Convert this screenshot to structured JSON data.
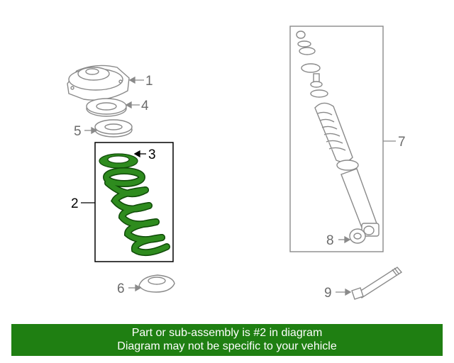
{
  "callouts": {
    "c1": "1",
    "c2": "2",
    "c3": "3",
    "c4": "4",
    "c5": "5",
    "c6": "6",
    "c7": "7",
    "c8": "8",
    "c9": "9"
  },
  "highlight_part": "2",
  "colors": {
    "highlight_green": "#1f7f12",
    "part_fill_green": "#2e8b1e",
    "line_gray": "#8a8a8a",
    "text_dark": "#000000",
    "text_gray": "#6b6b6b"
  },
  "footer": {
    "line1": "Part or sub-assembly is #2 in diagram",
    "line2": "Diagram may not be specific to your vehicle"
  }
}
